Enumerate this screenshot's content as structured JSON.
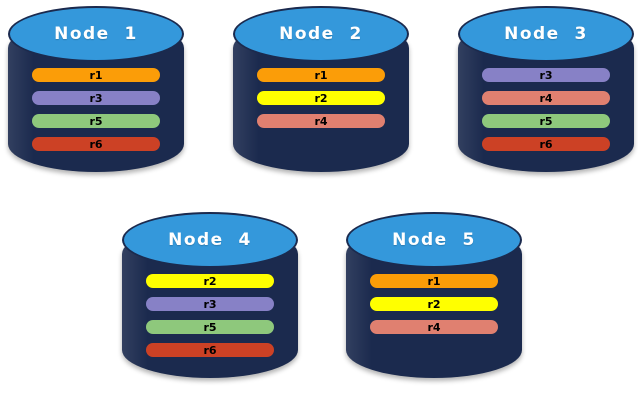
{
  "diagram": {
    "type": "distributed-database-replication",
    "background_color": "#ffffff",
    "node_body_color": "#1b2a4e",
    "node_top_color": "#3498db",
    "node_title_color": "#ffffff",
    "record_label_color": "#000000"
  },
  "record_colors": {
    "r1": "#fb9d08",
    "r2": "#ffff00",
    "r3": "#8781c6",
    "r4": "#e08070",
    "r5": "#8ec87c",
    "r6": "#cc4125"
  },
  "nodes": [
    {
      "id": "node-1",
      "title": "Node  1",
      "records": [
        {
          "label": "r1",
          "color": "#fb9d08"
        },
        {
          "label": "r3",
          "color": "#8781c6"
        },
        {
          "label": "r5",
          "color": "#8ec87c"
        },
        {
          "label": "r6",
          "color": "#cc4125"
        }
      ]
    },
    {
      "id": "node-2",
      "title": "Node  2",
      "records": [
        {
          "label": "r1",
          "color": "#fb9d08"
        },
        {
          "label": "r2",
          "color": "#ffff00"
        },
        {
          "label": "r4",
          "color": "#e08070"
        }
      ]
    },
    {
      "id": "node-3",
      "title": "Node  3",
      "records": [
        {
          "label": "r3",
          "color": "#8781c6"
        },
        {
          "label": "r4",
          "color": "#e08070"
        },
        {
          "label": "r5",
          "color": "#8ec87c"
        },
        {
          "label": "r6",
          "color": "#cc4125"
        }
      ]
    },
    {
      "id": "node-4",
      "title": "Node  4",
      "records": [
        {
          "label": "r2",
          "color": "#ffff00"
        },
        {
          "label": "r3",
          "color": "#8781c6"
        },
        {
          "label": "r5",
          "color": "#8ec87c"
        },
        {
          "label": "r6",
          "color": "#cc4125"
        }
      ]
    },
    {
      "id": "node-5",
      "title": "Node  5",
      "records": [
        {
          "label": "r1",
          "color": "#fb9d08"
        },
        {
          "label": "r2",
          "color": "#ffff00"
        },
        {
          "label": "r4",
          "color": "#e08070"
        }
      ]
    }
  ]
}
